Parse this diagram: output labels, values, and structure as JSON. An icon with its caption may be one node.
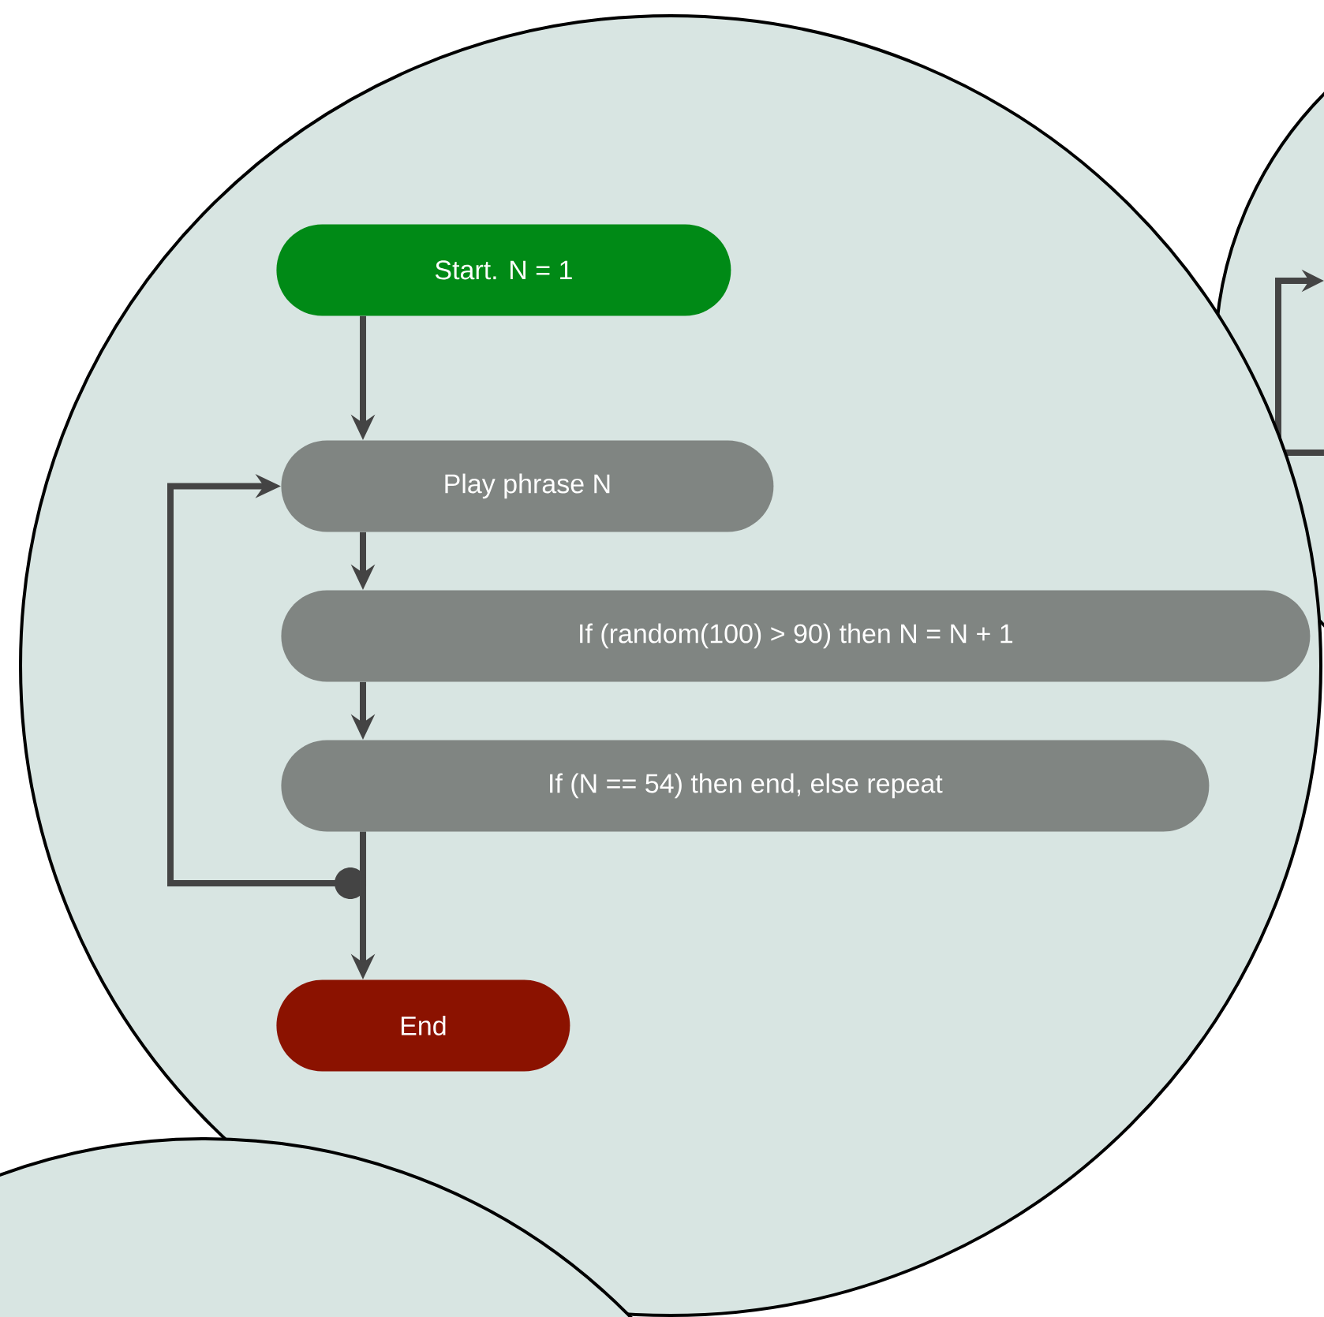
{
  "diagram": {
    "nodes": [
      {
        "text": [
          "Start. N = 1"
        ]
      },
      {
        "text": [
          "Play phrase N"
        ]
      },
      {
        "text": [
          "If (random(100) > 90) then N = N + 1"
        ]
      },
      {
        "text": [
          "If (N == 54) then end, else repeat"
        ]
      },
      {
        "text": [
          "End"
        ]
      }
    ],
    "edges": [
      {
        "from": 0,
        "to": 1,
        "arrow": "to"
      },
      {
        "from": 1,
        "to": 2,
        "arrow": "to"
      },
      {
        "from": 2,
        "to": 3,
        "arrow": "to"
      },
      {
        "from": 3,
        "to": 4,
        "arrow": "to"
      },
      {
        "from": 3,
        "to": 1,
        "arrow": "to"
      }
    ]
  }
}
